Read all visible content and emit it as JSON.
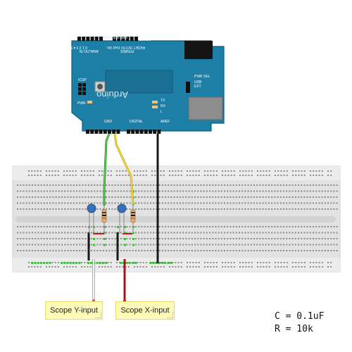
{
  "board": {
    "name": "Arduino",
    "url": "www.arduino.cc",
    "power_label": "POWER",
    "analog_label": "ANALOG IN",
    "digital_label": "DIGITAL",
    "reset_label": "RESET",
    "icsp_label": "ICSP",
    "pwr_label": "PWR",
    "usb_label": "USB",
    "ext_label": "EXT",
    "pwr_sel_label": "PWR SEL",
    "tx_label": "TX",
    "rx_label": "RX",
    "l_label": "L",
    "aref_label": "AREF",
    "gnd_label": "GND",
    "power_pins": "RESET 3V3 5V Gnd Vin",
    "analog_pins": "0 1 2 3 4 5"
  },
  "labels": {
    "scope_y": "Scope Y-input",
    "scope_x": "Scope X-input"
  },
  "formula": {
    "capacitance": "C = 0.1uF",
    "resistance": "R = 10k"
  },
  "colors": {
    "board": "#1e7fa6",
    "breadboard": "#e4e4e4",
    "wire_green": "#33a532",
    "wire_yellow": "#e1c321",
    "wire_black": "#222222",
    "wire_red": "#c8161d",
    "wire_white": "#e6e6e6",
    "capacitor": "#3a6fb3",
    "resistor": "#d9b27a",
    "note_bg": "#fffbb8"
  }
}
